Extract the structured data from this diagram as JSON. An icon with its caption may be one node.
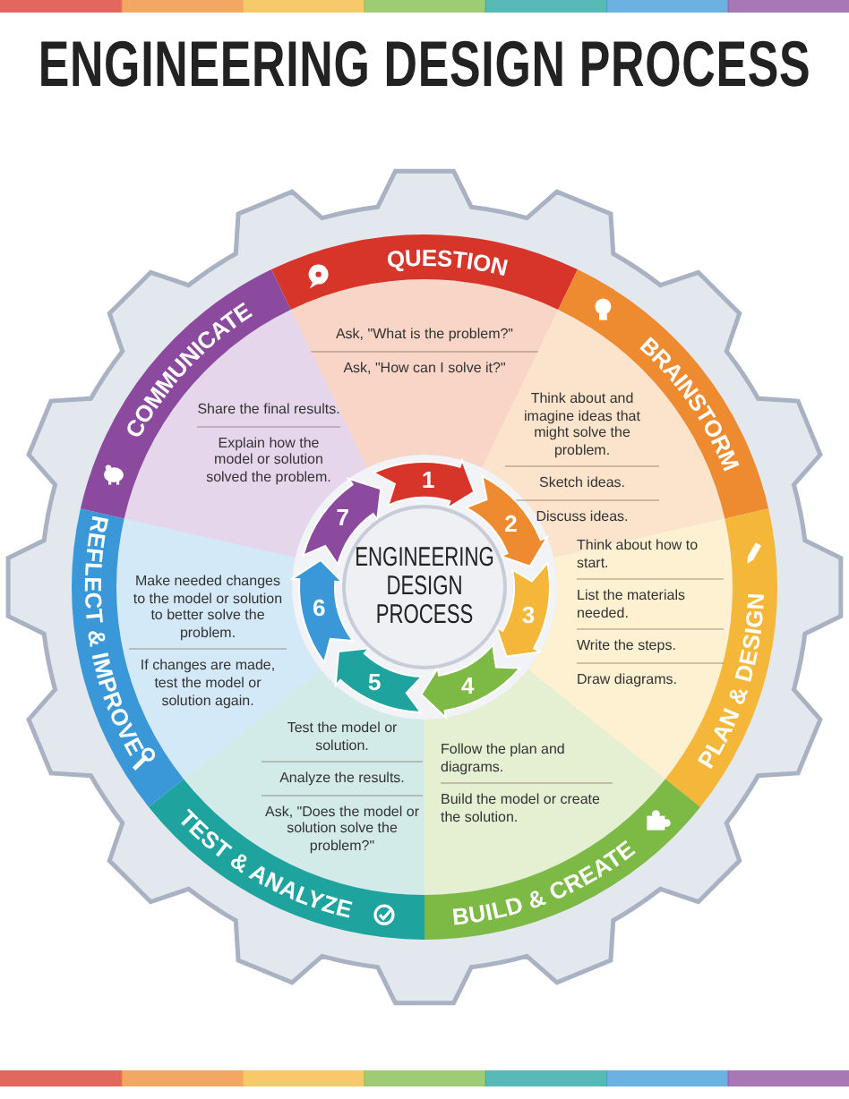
{
  "diagram": {
    "title": "ENGINEERING DESIGN PROCESS",
    "nodes": [
      {
        "text": [
          "QUESTION",
          "Ask, \"What is the problem?\"",
          "Ask, \"How can I solve it?\""
        ]
      },
      {
        "text": [
          "BRAINSTORM",
          "Think about and imagine ideas that might solve the problem.",
          "Sketch ideas.",
          "Discuss ideas."
        ]
      },
      {
        "text": [
          "PLAN & DESIGN",
          "Think about how to start.",
          "List the materials needed.",
          "Write the steps.",
          "Draw diagrams."
        ]
      },
      {
        "text": [
          "Follow the plan and diagrams.",
          "Build the model or create the solution.",
          "BUILD & CREATE"
        ]
      },
      {
        "text": [
          "Test the model or solution.",
          "Analyze the results.",
          "Ask, \"Does the model or solution solve the problem?\"",
          "TEST & ANALYZE"
        ]
      },
      {
        "text": [
          "REFLECT & IMPROVE",
          "Make needed changes to the model or solution to better solve the problem.",
          "If changes are made, test the model or solution again."
        ]
      },
      {
        "text": [
          "COMMUNICATE",
          "Share the final results.",
          "Explain how the model or solution solved the problem."
        ]
      },
      {
        "text": [
          "ENGINEERING DESIGN PROCESS"
        ]
      }
    ],
    "edges": [
      {
        "from": 0,
        "to": 1,
        "arrow": "to",
        "label": "1"
      },
      {
        "from": 1,
        "to": 2,
        "arrow": "to",
        "label": "2"
      },
      {
        "from": 2,
        "to": 3,
        "arrow": "to",
        "label": "3"
      },
      {
        "from": 3,
        "to": 4,
        "arrow": "to",
        "label": "4"
      },
      {
        "from": 4,
        "to": 5,
        "arrow": "to",
        "label": "5"
      },
      {
        "from": 5,
        "to": 6,
        "arrow": "to",
        "label": "6"
      },
      {
        "from": 6,
        "to": 0,
        "arrow": "to",
        "label": "7"
      }
    ]
  }
}
